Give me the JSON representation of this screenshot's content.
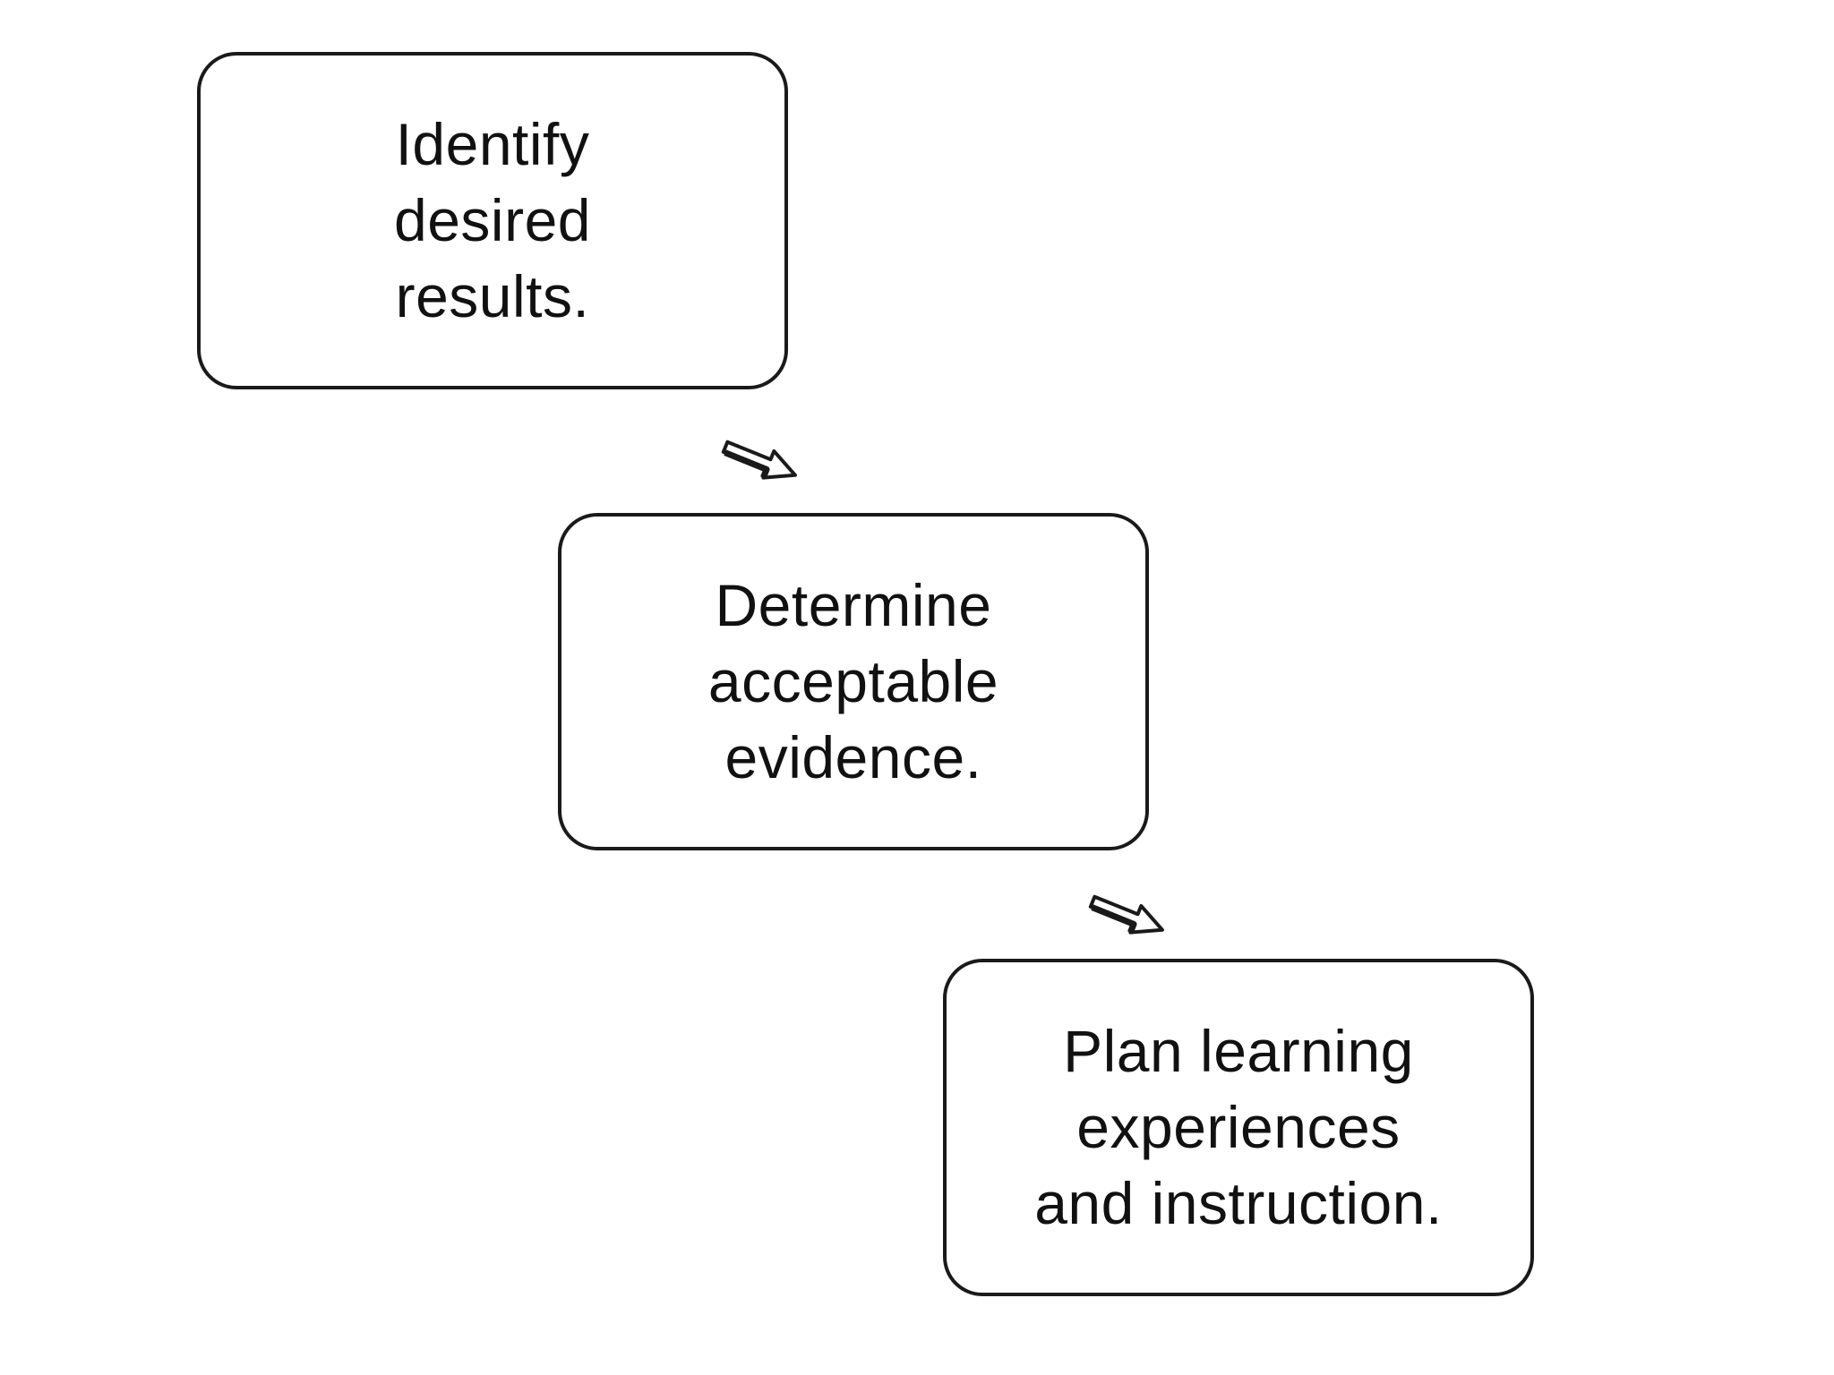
{
  "diagram": {
    "steps": [
      {
        "lines": [
          "Identify",
          "desired",
          "results."
        ]
      },
      {
        "lines": [
          "Determine",
          "acceptable",
          "evidence."
        ]
      },
      {
        "lines": [
          "Plan learning",
          "experiences",
          "and instruction."
        ]
      }
    ],
    "connectors": [
      {
        "from": 1,
        "to": 2,
        "icon": "arrow-down-right-icon"
      },
      {
        "from": 2,
        "to": 3,
        "icon": "arrow-down-right-icon"
      }
    ],
    "colors": {
      "stroke": "#1a1a1a",
      "text": "#111111",
      "background": "#ffffff"
    }
  }
}
